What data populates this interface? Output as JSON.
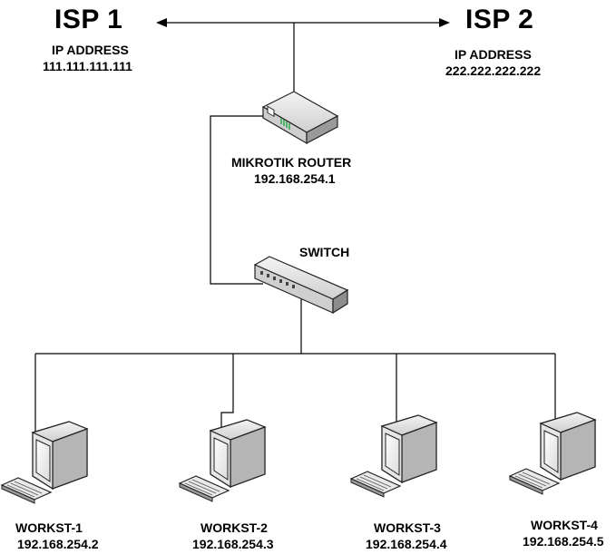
{
  "isp1": {
    "title": "ISP 1",
    "ip_label": "IP ADDRESS",
    "ip": "111.111.111.111"
  },
  "isp2": {
    "title": "ISP 2",
    "ip_label": "IP ADDRESS",
    "ip": "222.222.222.222"
  },
  "router": {
    "name": "MIKROTIK ROUTER",
    "ip": "192.168.254.1"
  },
  "switch": {
    "name": "SWITCH"
  },
  "workstations": [
    {
      "name": "WORKST-1",
      "ip": "192.168.254.2"
    },
    {
      "name": "WORKST-2",
      "ip": "192.168.254.3"
    },
    {
      "name": "WORKST-3",
      "ip": "192.168.254.4"
    },
    {
      "name": "WORKST-4",
      "ip": "192.168.254.5"
    }
  ]
}
